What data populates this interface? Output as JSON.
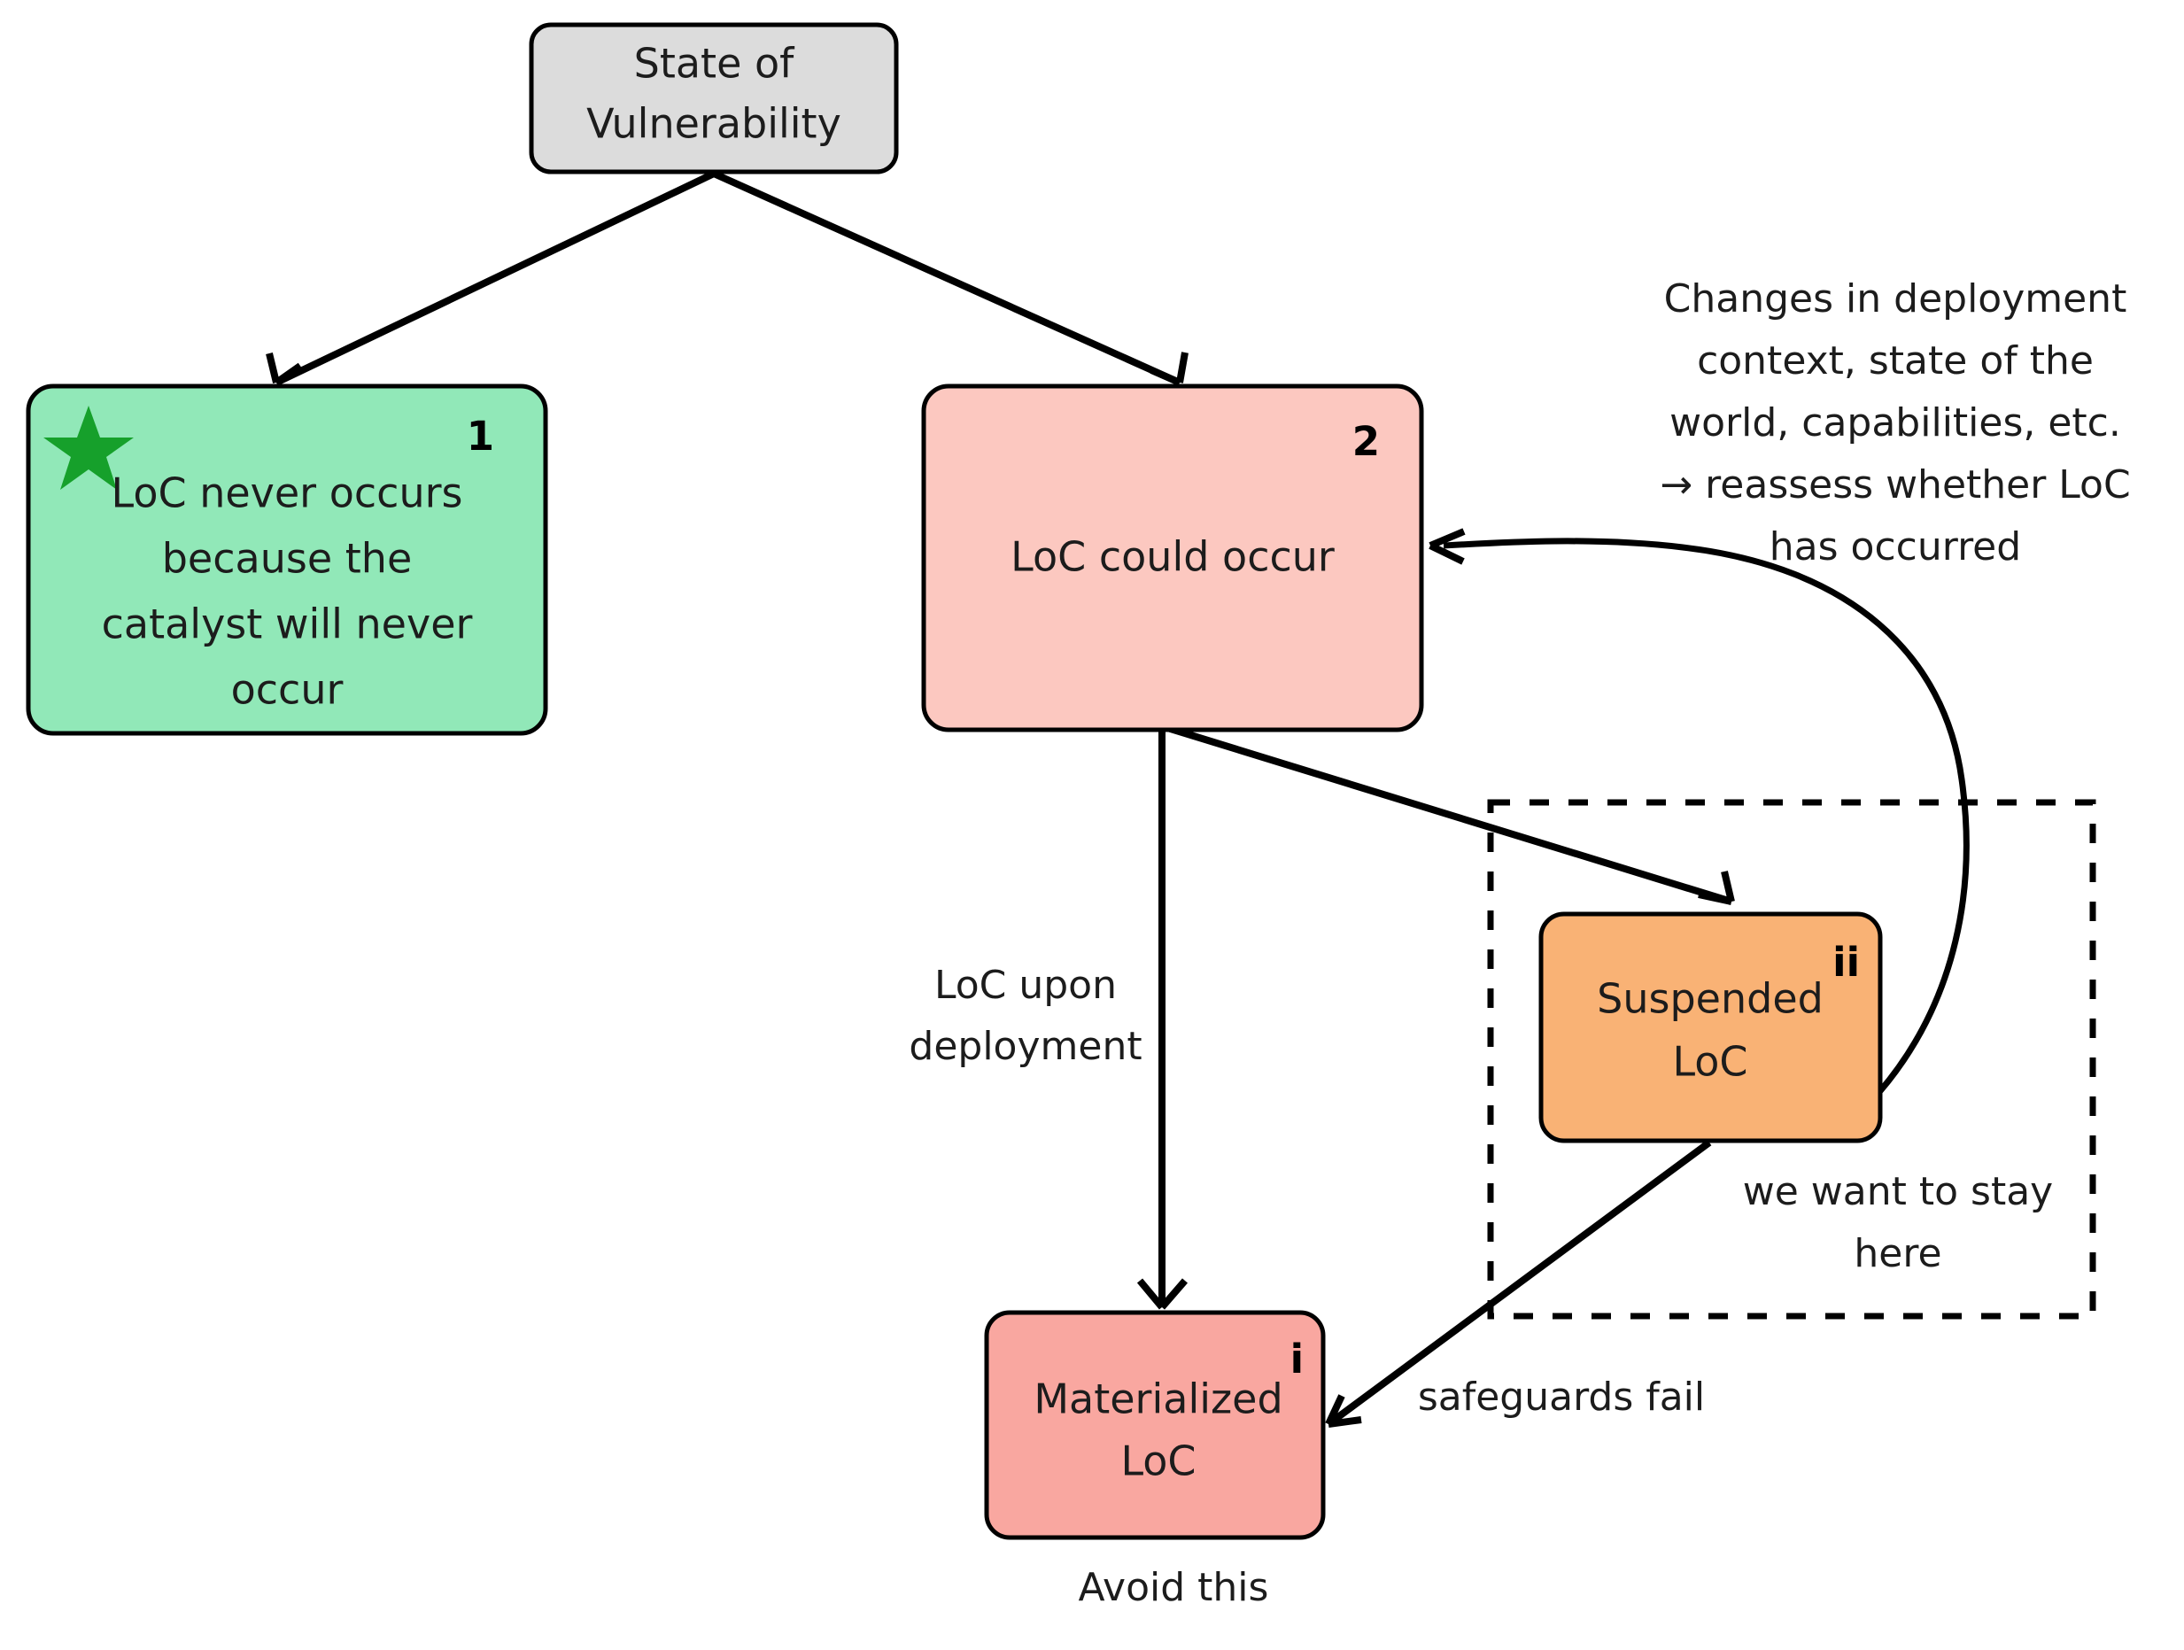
{
  "diagram": {
    "title": "Loss of Control state transition diagram",
    "background": "#ffffff",
    "stroke": "#000000"
  },
  "nodes": [
    {
      "id": "state-of-vulnerability",
      "label_lines": [
        "State of",
        "Vulnerability"
      ],
      "index": "",
      "fill": "#dcdcdc"
    },
    {
      "id": "loc-never-occurs",
      "label_lines": [
        "LoC never occurs",
        "because the",
        "catalyst will never",
        "occur"
      ],
      "index": "1",
      "fill": "#91e8b8",
      "star": "star-icon",
      "star_color": "#16a02b"
    },
    {
      "id": "loc-could-occur",
      "label_lines": [
        "LoC could occur"
      ],
      "index": "2",
      "fill": "#fcc8c0"
    },
    {
      "id": "suspended-loc",
      "label_lines": [
        "Suspended",
        "LoC"
      ],
      "index": "ii",
      "fill": "#f9b275"
    },
    {
      "id": "materialized-loc",
      "label_lines": [
        "Materialized",
        "LoC"
      ],
      "index": "i",
      "fill": "#f9a7a0"
    }
  ],
  "edge_labels": {
    "loc_upon_deployment": [
      "LoC upon",
      "deployment"
    ],
    "safeguards_fail": [
      "safeguards fail"
    ]
  },
  "annotations": {
    "reassess": [
      "Changes in deployment",
      "context, state of the",
      "world, capabilities, etc.",
      "→ reassess whether LoC",
      "has occurred"
    ],
    "stay_here": [
      "we want to stay",
      "here"
    ],
    "avoid_this": [
      "Avoid this"
    ]
  },
  "region": {
    "name": "desired-state-region",
    "style": "dashed"
  }
}
